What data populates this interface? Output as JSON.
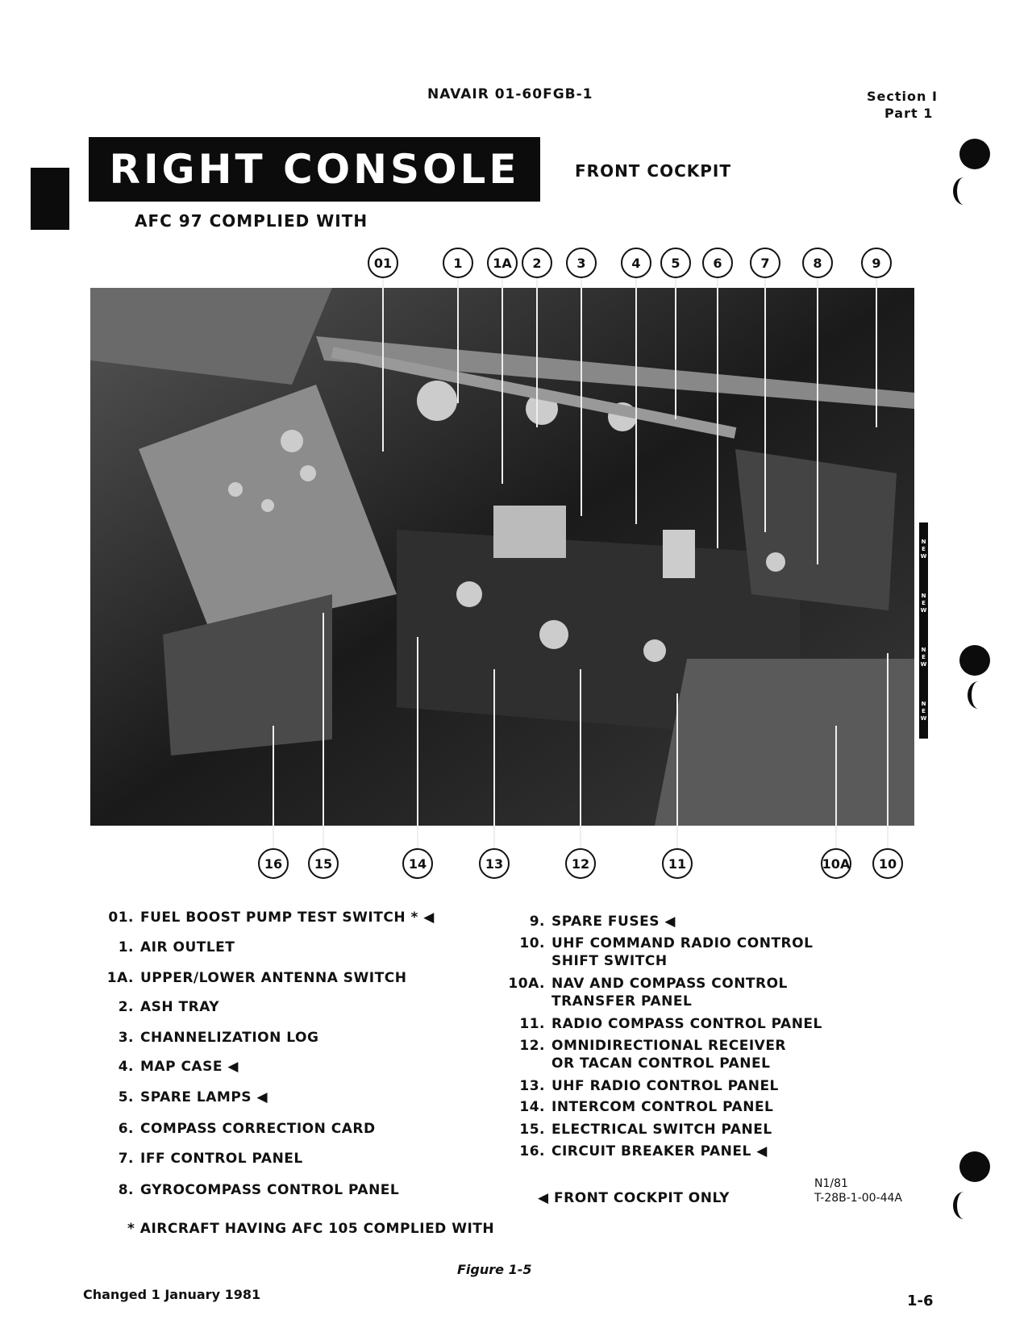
{
  "header": {
    "doc_number": "NAVAIR 01-60FGB-1",
    "section": "Section I",
    "part": "Part 1"
  },
  "title": {
    "main": "RIGHT CONSOLE",
    "subtitle": "FRONT COCKPIT",
    "note": "AFC 97 COMPLIED WITH"
  },
  "change_strip": [
    "NEW",
    "NEW",
    "NEW",
    "NEW"
  ],
  "figure": {
    "top_callouts": [
      "01",
      "1",
      "1A",
      "2",
      "3",
      "4",
      "5",
      "6",
      "7",
      "8",
      "9"
    ],
    "bottom_callouts": [
      "16",
      "15",
      "14",
      "13",
      "12",
      "11",
      "10A",
      "10"
    ]
  },
  "legend_left": [
    {
      "num": "01.",
      "text": "FUEL BOOST PUMP TEST SWITCH",
      "marks": "* ◀"
    },
    {
      "num": "1.",
      "text": "AIR OUTLET"
    },
    {
      "num": "1A.",
      "text": "UPPER/LOWER ANTENNA SWITCH"
    },
    {
      "num": "2.",
      "text": "ASH TRAY"
    },
    {
      "num": "3.",
      "text": "CHANNELIZATION LOG"
    },
    {
      "num": "4.",
      "text": "MAP CASE",
      "marks": "◀"
    },
    {
      "num": "5.",
      "text": "SPARE LAMPS",
      "marks": "◀"
    },
    {
      "num": "6.",
      "text": "COMPASS CORRECTION CARD"
    },
    {
      "num": "7.",
      "text": "IFF CONTROL PANEL"
    },
    {
      "num": "8.",
      "text": "GYROCOMPASS CONTROL PANEL"
    }
  ],
  "legend_right": [
    {
      "num": "9.",
      "text": "SPARE FUSES",
      "marks": "◀"
    },
    {
      "num": "10.",
      "text": "UHF COMMAND RADIO CONTROL",
      "text2": "SHIFT SWITCH"
    },
    {
      "num": "10A.",
      "text": "NAV AND COMPASS CONTROL",
      "text2": "TRANSFER PANEL"
    },
    {
      "num": "11.",
      "text": "RADIO COMPASS CONTROL PANEL"
    },
    {
      "num": "12.",
      "text": "OMNIDIRECTIONAL RECEIVER",
      "text2": "OR TACAN CONTROL PANEL"
    },
    {
      "num": "13.",
      "text": "UHF RADIO CONTROL PANEL"
    },
    {
      "num": "14.",
      "text": "INTERCOM CONTROL PANEL"
    },
    {
      "num": "15.",
      "text": "ELECTRICAL SWITCH PANEL"
    },
    {
      "num": "16.",
      "text": "CIRCUIT BREAKER PANEL",
      "marks": "◀"
    }
  ],
  "footnotes": {
    "front_only": "◀ FRONT COCKPIT ONLY",
    "asterisk": "* AIRCRAFT HAVING AFC 105 COMPLIED WITH",
    "ref1": "N1/81",
    "ref2": "T-28B-1-00-44A"
  },
  "footer": {
    "figure_label": "Figure 1-5",
    "changed": "Changed 1 January 1981",
    "page": "1-6"
  }
}
